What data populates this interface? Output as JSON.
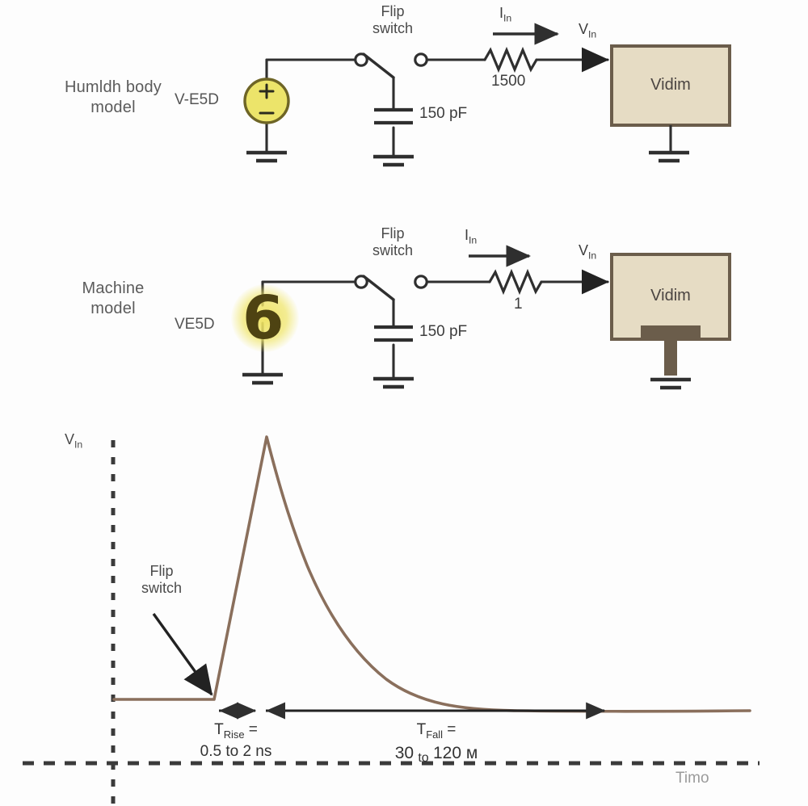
{
  "diagram": {
    "title": "ESD test models and Vin waveform",
    "colors": {
      "wire": "#2f2f2f",
      "block_fill": "#e6dcc4",
      "block_border": "#6b5d4b",
      "source_fill": "#ece46a",
      "source_border": "#6e6526",
      "curve": "#8a6f5c",
      "axis_dash": "#3a3a3a",
      "text": "#4a4a4a",
      "highlight": "#eee25e"
    }
  },
  "circuits": [
    {
      "id": "human-body-model",
      "model_label_line1": "Humldh body",
      "model_label_line2": "model",
      "source_label": "V-E5D",
      "source_plus": "+",
      "source_minus": "−",
      "switch_label_line1": "Flip",
      "switch_label_line2": "switch",
      "capacitor_value": "150 pF",
      "current_label": "I",
      "current_sub": "In",
      "resistor_value": "1500",
      "voltage_label": "V",
      "voltage_sub": "In",
      "block_label": "Vidim"
    },
    {
      "id": "machine-model",
      "model_label_line1": "Machine",
      "model_label_line2": "model",
      "source_label": "VE5D",
      "overlay_digit": "6",
      "switch_label_line1": "Flip",
      "switch_label_line2": "switch",
      "capacitor_value": "150 pF",
      "current_label": "I",
      "current_sub": "In",
      "resistor_value": "1",
      "voltage_label": "V",
      "voltage_sub": "In",
      "block_label": "Vidim"
    }
  ],
  "waveform": {
    "y_axis_label": "V",
    "y_axis_sub": "In",
    "x_axis_label": "Timo",
    "annotation_line1": "Flip",
    "annotation_line2": "switch",
    "t_rise_label": "T",
    "t_rise_sub": "Rise",
    "t_rise_eq": " =",
    "t_rise_value": "0.5 to 2 ns",
    "t_fall_label": "T",
    "t_fall_sub": "Fall",
    "t_fall_eq": " =",
    "t_fall_value_a": "30",
    "t_fall_value_b": "to",
    "t_fall_value_c": "120 м"
  },
  "chart_data": {
    "type": "line",
    "title": "",
    "xlabel": "Timo",
    "ylabel": "VIn",
    "grid": false,
    "legend": "none",
    "series": [
      {
        "name": "VIn",
        "comment": "flat baseline, sharp rise to peak, exponential decay back to baseline",
        "x": [
          0,
          46,
          52,
          58,
          64,
          72,
          82,
          95,
          110,
          130,
          155,
          185,
          220,
          260,
          305,
          350,
          400,
          460,
          520,
          580,
          640,
          700,
          760,
          820
        ],
        "y": [
          0,
          0,
          0,
          0.35,
          0.72,
          1.0,
          0.93,
          0.85,
          0.77,
          0.69,
          0.6,
          0.51,
          0.42,
          0.34,
          0.26,
          0.19,
          0.13,
          0.08,
          0.045,
          0.025,
          0.015,
          0.01,
          0.008,
          0.008
        ]
      }
    ],
    "annotations": [
      {
        "text": "Flip switch",
        "points_to": "rise onset"
      },
      {
        "text": "TRise = 0.5 to 2 ns",
        "span": "rise interval"
      },
      {
        "text": "TFall = 30 to 120 м",
        "span": "fall interval"
      }
    ]
  }
}
